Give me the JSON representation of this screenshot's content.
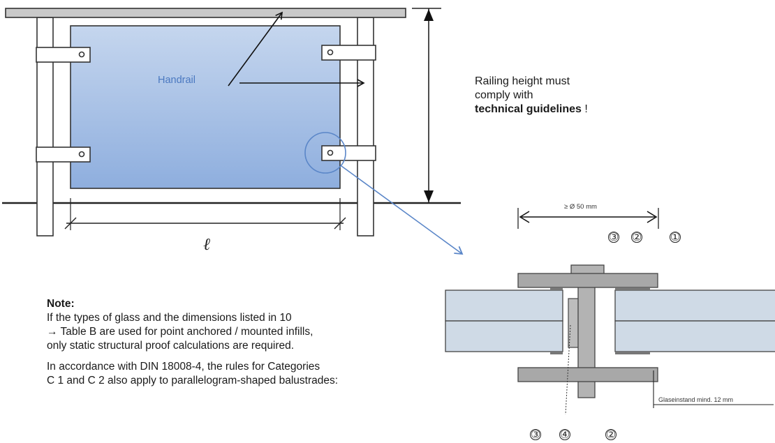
{
  "diagram": {
    "handrail_label": "Handrail",
    "length_symbol": "ℓ",
    "spec_note": {
      "line1": "Railing height must",
      "line2": "comply with",
      "line3_bold": "technical guidelines",
      "line3_suffix": " !"
    },
    "detail": {
      "diameter_label": "≥ Ø 50 mm",
      "glass_edge_label": "Glaseinstand mind. 12 mm",
      "callouts_top": [
        "③",
        "②",
        "①"
      ],
      "callouts_bottom": [
        "③",
        "④",
        "②"
      ]
    },
    "note": {
      "heading": "Note:",
      "para1_line1": "If the types of glass and the dimensions listed in 10",
      "para1_line2": "→ Table B are used for point anchored / mounted infills,",
      "para1_line3": "only static structural proof calculations are required.",
      "para2_line1": "In accordance with DIN 18008-4, the rules for Categories",
      "para2_line2": "C 1 and C 2 also apply to parallelogram-shaped balustrades:"
    },
    "colors": {
      "glass_top": "#c5d6ee",
      "glass_bottom": "#8eaede",
      "handrail_text": "#4a78c0",
      "callout_line": "#5a86c8",
      "detail_glass": "#cfdae6",
      "detail_metal": "#a8a8a8"
    }
  }
}
